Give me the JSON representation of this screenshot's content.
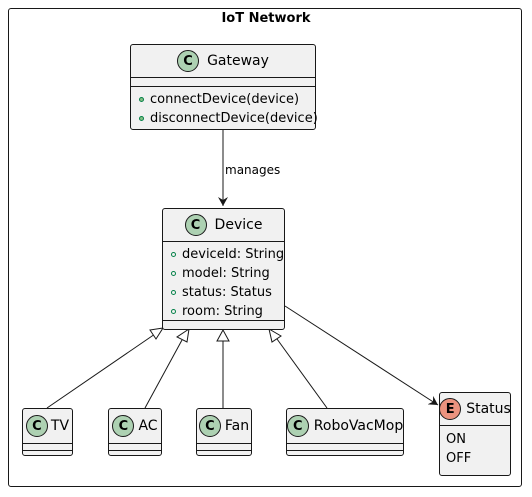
{
  "package": {
    "title": "IoT Network"
  },
  "colors": {
    "class_badge": "#add1b2",
    "enum_badge": "#eb937f",
    "box_fill": "#f1f1f1",
    "line": "#181818"
  },
  "gateway": {
    "badge": "C",
    "name": "Gateway",
    "methods": [
      "connectDevice(device)",
      "disconnectDevice(device)"
    ]
  },
  "device": {
    "badge": "C",
    "name": "Device",
    "fields": [
      "deviceId: String",
      "model: String",
      "status: Status",
      "room: String"
    ]
  },
  "subclasses": [
    {
      "badge": "C",
      "name": "TV"
    },
    {
      "badge": "C",
      "name": "AC"
    },
    {
      "badge": "C",
      "name": "Fan"
    },
    {
      "badge": "C",
      "name": "RoboVacMop"
    }
  ],
  "status_enum": {
    "badge": "E",
    "name": "Status",
    "values": [
      "ON",
      "OFF"
    ]
  },
  "relations": {
    "manages_label": "manages"
  }
}
